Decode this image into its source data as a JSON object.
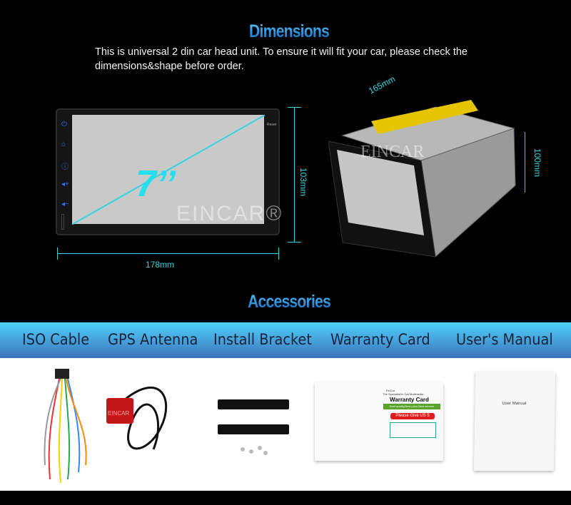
{
  "dimensions": {
    "title": "Dimensions",
    "description": "This is universal 2 din car head unit. To ensure it will fit your car, please check the dimensions&shape before order.",
    "screen_size": "7’’",
    "width": "178mm",
    "height": "103mm",
    "depth": "165mm",
    "chassis_height": "100mm",
    "watermark": "EINCAR®",
    "watermark_small": "EINCAR",
    "reset_label": "Reset"
  },
  "accessories": {
    "title": "Accessories",
    "items": [
      "ISO Cable",
      "GPS Antenna",
      "Install Bracket",
      "Warranty Card",
      "User's Manual"
    ],
    "warranty_card": {
      "brand": "EinCar",
      "tagline": "The Specialist in Car Multimedia",
      "heading": "Warranty Card",
      "slogan": "Best quality,Best price,Best service",
      "banner": "Please Give US 5"
    },
    "manual_title": "User Manual"
  },
  "colors": {
    "accent": "#35d3e0",
    "band_top": "#4fd0fb",
    "band_bottom": "#3d74bb"
  }
}
